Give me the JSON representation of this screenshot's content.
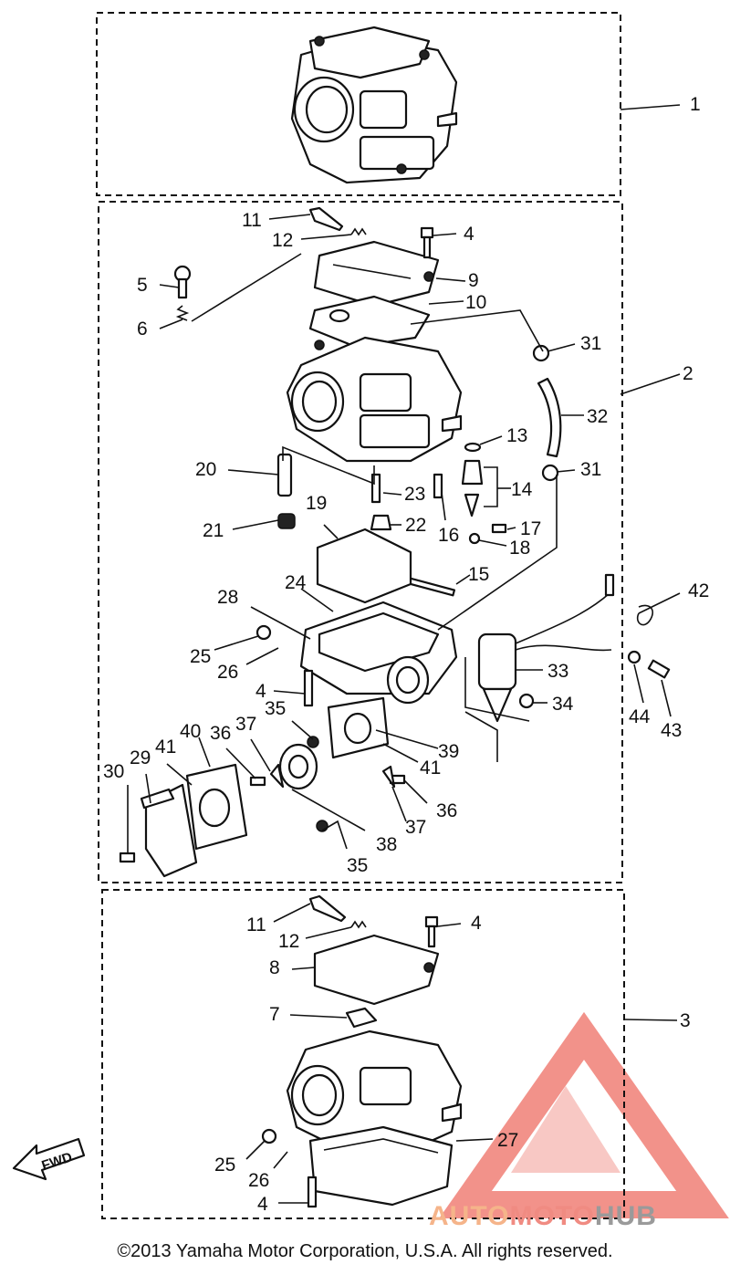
{
  "footer": {
    "copyright": "©2013 Yamaha Motor Corporation, U.S.A. All rights reserved."
  },
  "watermark": {
    "auto": "AUTO",
    "moto": "MOTO",
    "hub": "HUB",
    "colors": {
      "auto": "#f5b48a",
      "moto": "#f08b82",
      "hub": "#9a9a9a",
      "triangle": "#f07f76"
    }
  },
  "fwd_marker": {
    "label": "FWD"
  },
  "assemblies": [
    {
      "label": "1",
      "name": "carburetor-assembly-1"
    },
    {
      "label": "2",
      "name": "carburetor-assembly-2"
    },
    {
      "label": "3",
      "name": "carburetor-assembly-3"
    }
  ],
  "callouts": [
    {
      "label": "11"
    },
    {
      "label": "12"
    },
    {
      "label": "4"
    },
    {
      "label": "5"
    },
    {
      "label": "9"
    },
    {
      "label": "6"
    },
    {
      "label": "10"
    },
    {
      "label": "31"
    },
    {
      "label": "32"
    },
    {
      "label": "13"
    },
    {
      "label": "20"
    },
    {
      "label": "23"
    },
    {
      "label": "14"
    },
    {
      "label": "31"
    },
    {
      "label": "19"
    },
    {
      "label": "21"
    },
    {
      "label": "22"
    },
    {
      "label": "16"
    },
    {
      "label": "17"
    },
    {
      "label": "18"
    },
    {
      "label": "15"
    },
    {
      "label": "24"
    },
    {
      "label": "28"
    },
    {
      "label": "42"
    },
    {
      "label": "25"
    },
    {
      "label": "26"
    },
    {
      "label": "33"
    },
    {
      "label": "4"
    },
    {
      "label": "34"
    },
    {
      "label": "35"
    },
    {
      "label": "44"
    },
    {
      "label": "43"
    },
    {
      "label": "40"
    },
    {
      "label": "36"
    },
    {
      "label": "37"
    },
    {
      "label": "39"
    },
    {
      "label": "29"
    },
    {
      "label": "41"
    },
    {
      "label": "30"
    },
    {
      "label": "41"
    },
    {
      "label": "36"
    },
    {
      "label": "37"
    },
    {
      "label": "38"
    },
    {
      "label": "35"
    },
    {
      "label": "11"
    },
    {
      "label": "4"
    },
    {
      "label": "12"
    },
    {
      "label": "8"
    },
    {
      "label": "7"
    },
    {
      "label": "27"
    },
    {
      "label": "25"
    },
    {
      "label": "26"
    },
    {
      "label": "4"
    }
  ]
}
